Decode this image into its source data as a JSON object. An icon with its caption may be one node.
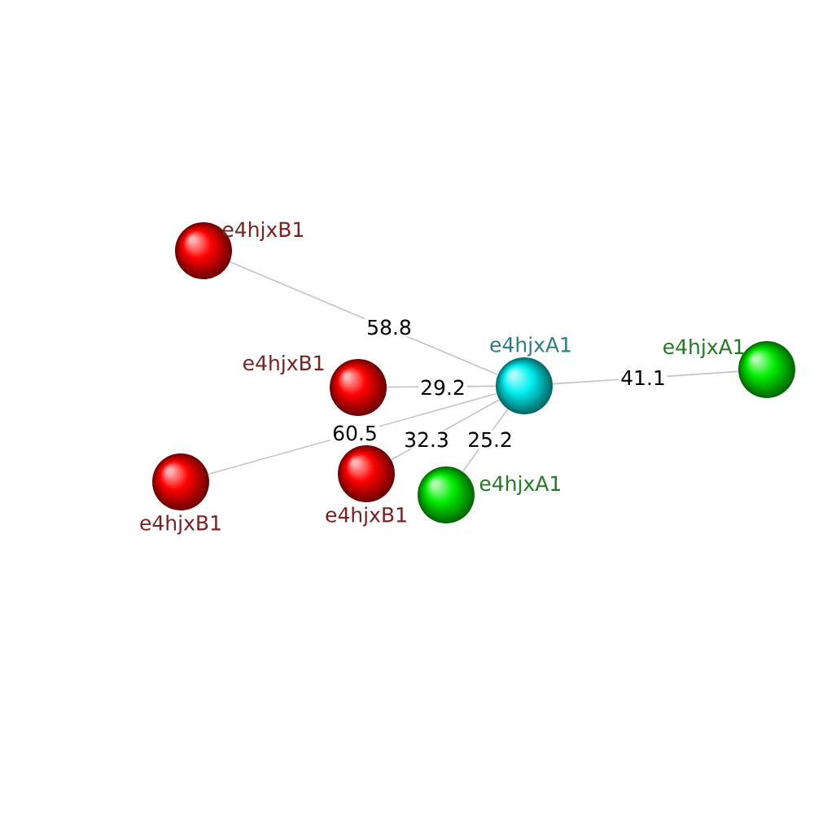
{
  "diagram": {
    "nodes": [
      {
        "text": [],
        "shape": "circle",
        "beside": [
          "e4hjxB1"
        ]
      },
      {
        "text": [],
        "shape": "circle",
        "beside": [
          "e4hjxA1"
        ]
      },
      {
        "text": [],
        "shape": "circle",
        "beside": [
          "e4hjxA1"
        ]
      },
      {
        "text": [],
        "shape": "circle",
        "beside": [
          "e4hjxB1"
        ]
      },
      {
        "text": [],
        "shape": "circle",
        "beside": [
          "e4hjxB1"
        ]
      },
      {
        "text": [],
        "shape": "circle",
        "beside": [
          "e4hjxB1"
        ]
      },
      {
        "text": [],
        "shape": "circle",
        "beside": [
          "e4hjxA1"
        ]
      }
    ],
    "edges": [
      {
        "from": 0,
        "to": 2,
        "arrow": "none",
        "label": "58.8"
      },
      {
        "from": 3,
        "to": 2,
        "arrow": "none",
        "label": "29.2"
      },
      {
        "from": 5,
        "to": 2,
        "arrow": "none",
        "label": "60.5"
      },
      {
        "from": 4,
        "to": 2,
        "arrow": "none",
        "label": "32.3"
      },
      {
        "from": 6,
        "to": 2,
        "arrow": "none",
        "label": "25.2"
      },
      {
        "from": 1,
        "to": 2,
        "arrow": "none",
        "label": "41.1"
      }
    ]
  }
}
